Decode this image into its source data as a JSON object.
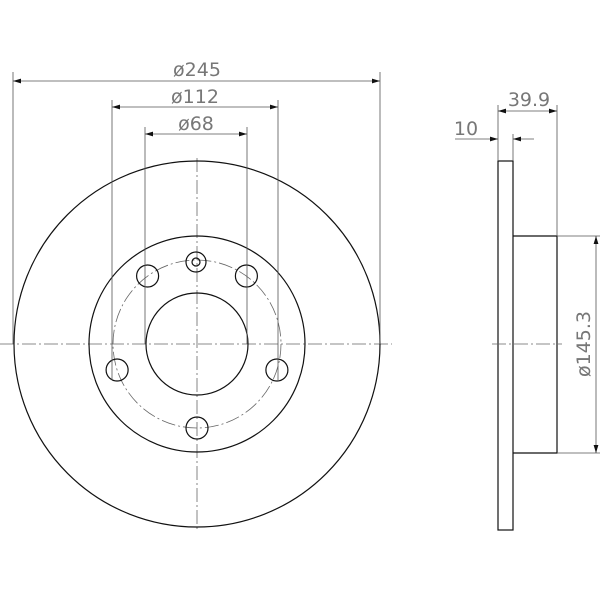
{
  "front_view": {
    "outer_diameter_label": "ø245",
    "bolt_circle_label": "ø112",
    "center_bore_label": "ø68",
    "bolt_holes": 5
  },
  "side_view": {
    "total_height_label": "39.9",
    "thickness_label": "10",
    "hat_diameter_label": "ø145.3"
  },
  "colors": {
    "line": "#111111",
    "dimension_text": "#777777"
  }
}
